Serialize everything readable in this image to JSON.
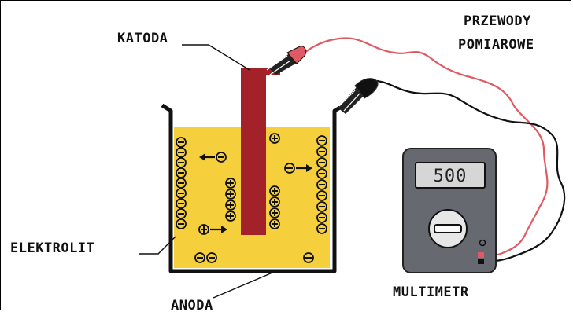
{
  "labels": {
    "cathode": "KATODA",
    "leads_line1": "PRZEWODY",
    "leads_line2": "POMIAROWE",
    "electrolyte": "ELEKTROLIT",
    "anode": "ANODA",
    "multimeter": "MULTIMETR"
  },
  "multimeter": {
    "reading": "500",
    "body_color": "#666a70",
    "display_color": "#d6d6d6"
  },
  "colors": {
    "electrolyte": "#f5cf3c",
    "cathode": "#a32128",
    "red_lead": "#e05a63",
    "black_lead": "#111111"
  },
  "ions": {
    "negative_symbol": "−",
    "positive_symbol": "+"
  }
}
